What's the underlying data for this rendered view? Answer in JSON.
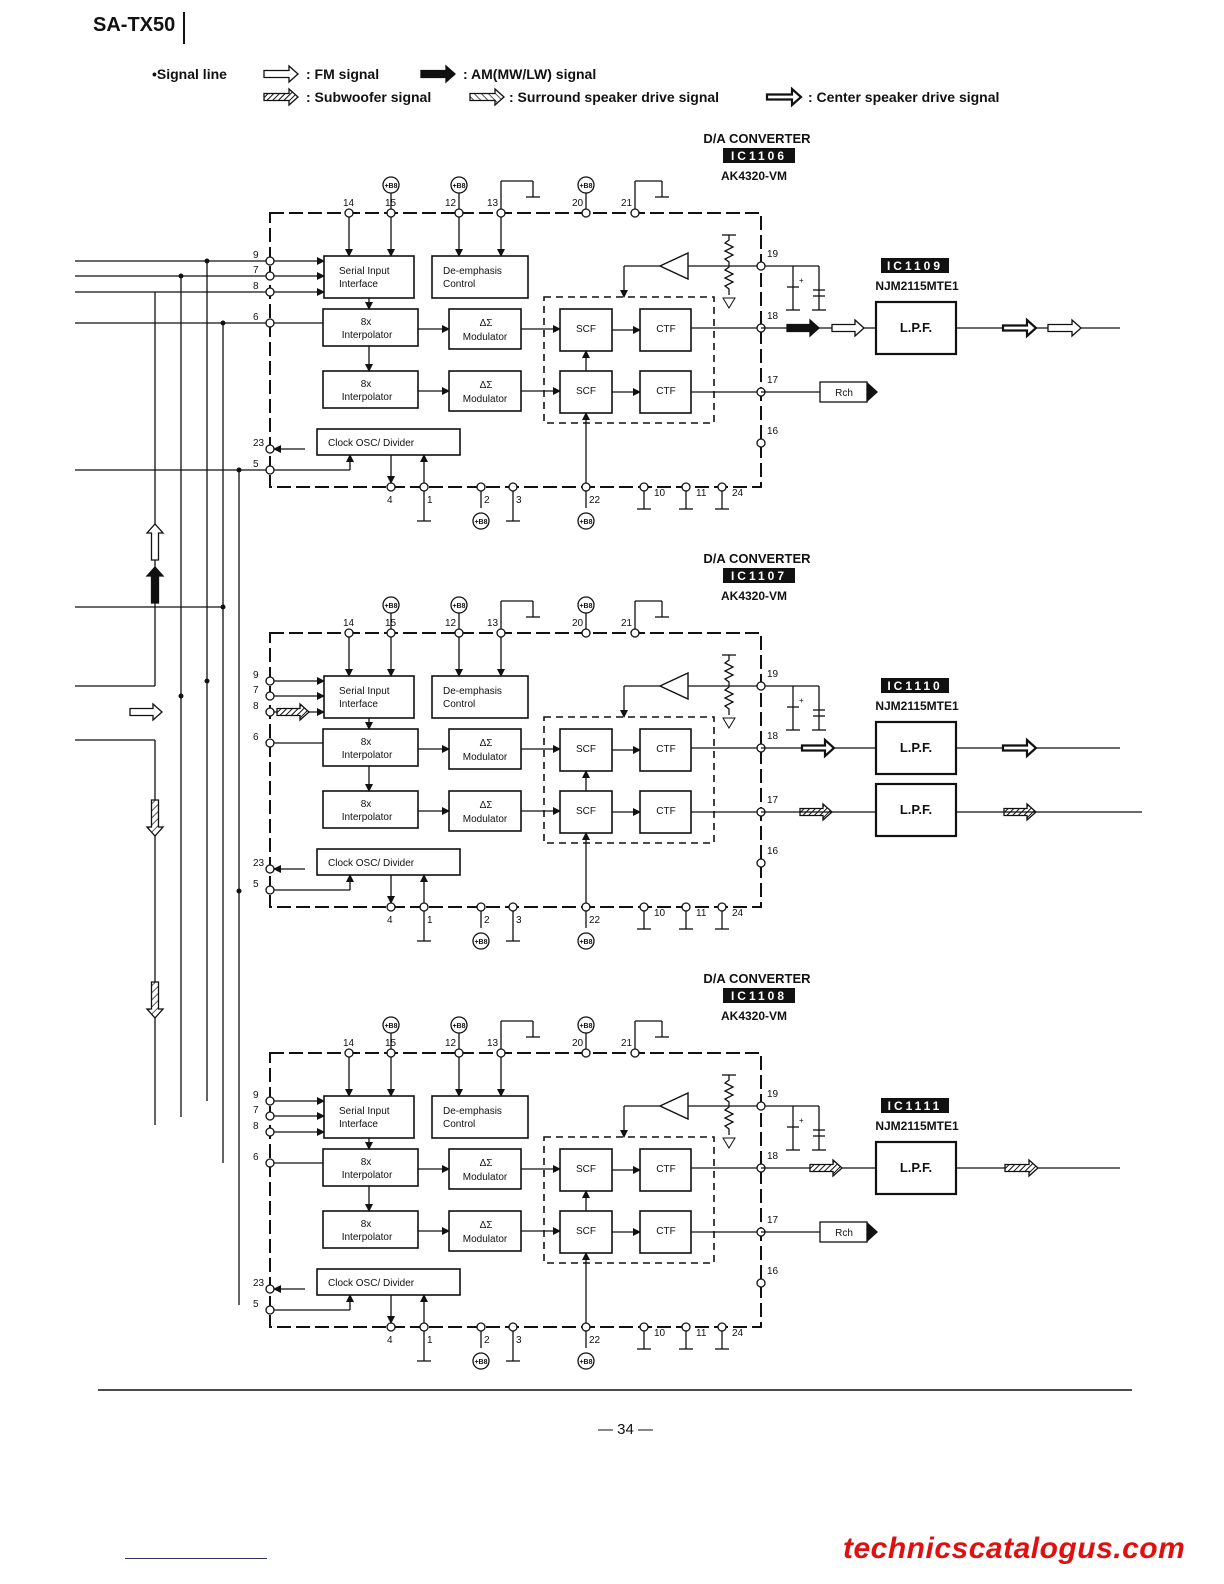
{
  "header": {
    "title": "SA-TX50"
  },
  "legend": {
    "heading": "Signal line",
    "items": [
      {
        "label": ": FM signal",
        "style": "hollow"
      },
      {
        "label": ": AM(MW/LW) signal",
        "style": "filled"
      },
      {
        "label": ": Subwoofer signal",
        "style": "hatched"
      },
      {
        "label": ": Surround speaker drive signal",
        "style": "hatched-light"
      },
      {
        "label": ": Center speaker drive signal",
        "style": "center"
      }
    ]
  },
  "common": {
    "top_pins": [
      "14",
      "15",
      "12",
      "13",
      "20",
      "21"
    ],
    "left_pins": [
      "9",
      "7",
      "8",
      "6",
      "23",
      "5"
    ],
    "right_pins": [
      "19",
      "18",
      "17",
      "16"
    ],
    "bottom_pins": [
      "4",
      "1",
      "2",
      "3",
      "22",
      "10",
      "11",
      "24"
    ],
    "supply": "+B8",
    "boxes": {
      "serial_1": "Serial Input",
      "serial_2": "Interface",
      "deemph_1": "De-emphasis",
      "deemph_2": "Control",
      "interp_1": "8x",
      "interp_2": "Interpolator",
      "mod_1": "ΔΣ",
      "mod_2": "Modulator",
      "scf": "SCF",
      "ctf": "CTF",
      "clock": "Clock OSC/ Divider"
    }
  },
  "blocks": [
    {
      "converter": "D/A  CONVERTER",
      "ic": "IC1106",
      "part": "AK4320-VM",
      "lpf_ic": "IC1109",
      "lpf_part": "NJM2115MTE1",
      "lpf_label": "L.P.F.",
      "rch_label": "Rch"
    },
    {
      "converter": "D/A  CONVERTER",
      "ic": "IC1107",
      "part": "AK4320-VM",
      "lpf_ic": "IC1110",
      "lpf_part": "NJM2115MTE1",
      "lpf_label": "L.P.F.",
      "lpf2_label": "L.P.F."
    },
    {
      "converter": "D/A  CONVERTER",
      "ic": "IC1108",
      "part": "AK4320-VM",
      "lpf_ic": "IC1111",
      "lpf_part": "NJM2115MTE1",
      "lpf_label": "L.P.F.",
      "rch_label": "Rch"
    }
  ],
  "footer": {
    "page": "— 34 —",
    "watermark": "technicscatalogus.com"
  }
}
